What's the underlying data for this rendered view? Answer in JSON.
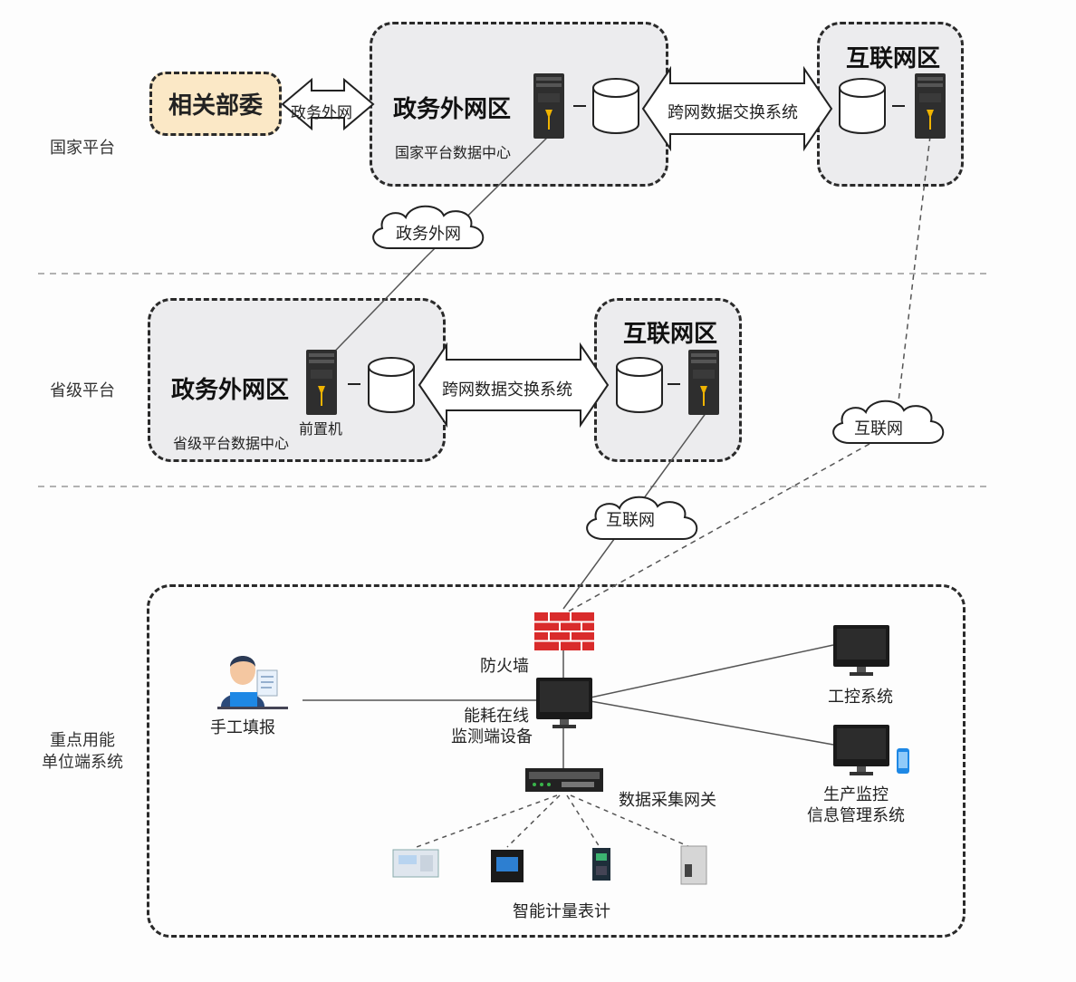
{
  "tiers": {
    "national": "国家平台",
    "provincial": "省级平台",
    "enterprise_line1": "重点用能",
    "enterprise_line2": "单位端系统"
  },
  "national": {
    "ministry": "相关部委",
    "ministry_link": "政务外网",
    "gov_zone_title": "政务外网区",
    "gov_zone_sub": "国家平台数据中心",
    "exchange": "跨网数据交换系统",
    "internet_zone_title": "互联网区"
  },
  "cloud_gov": "政务外网",
  "provincial": {
    "gov_zone_title": "政务外网区",
    "gov_zone_sub": "省级平台数据中心",
    "front_machine": "前置机",
    "exchange": "跨网数据交换系统",
    "internet_zone_title": "互联网区"
  },
  "cloud_internet_right": "互联网",
  "cloud_internet_mid": "互联网",
  "enterprise": {
    "firewall": "防火墙",
    "monitor_device_line1": "能耗在线",
    "monitor_device_line2": "监测端设备",
    "manual_entry": "手工填报",
    "industrial_control": "工控系统",
    "production_line1": "生产监控",
    "production_line2": "信息管理系统",
    "gateway": "数据采集网关",
    "meters": "智能计量表计"
  },
  "colors": {
    "zone_fill": "#ececee",
    "ministry_fill": "#fbe8c6",
    "firewall": "#d92b2b",
    "server": "#2e2e2e",
    "server_light": "#f0b400"
  }
}
